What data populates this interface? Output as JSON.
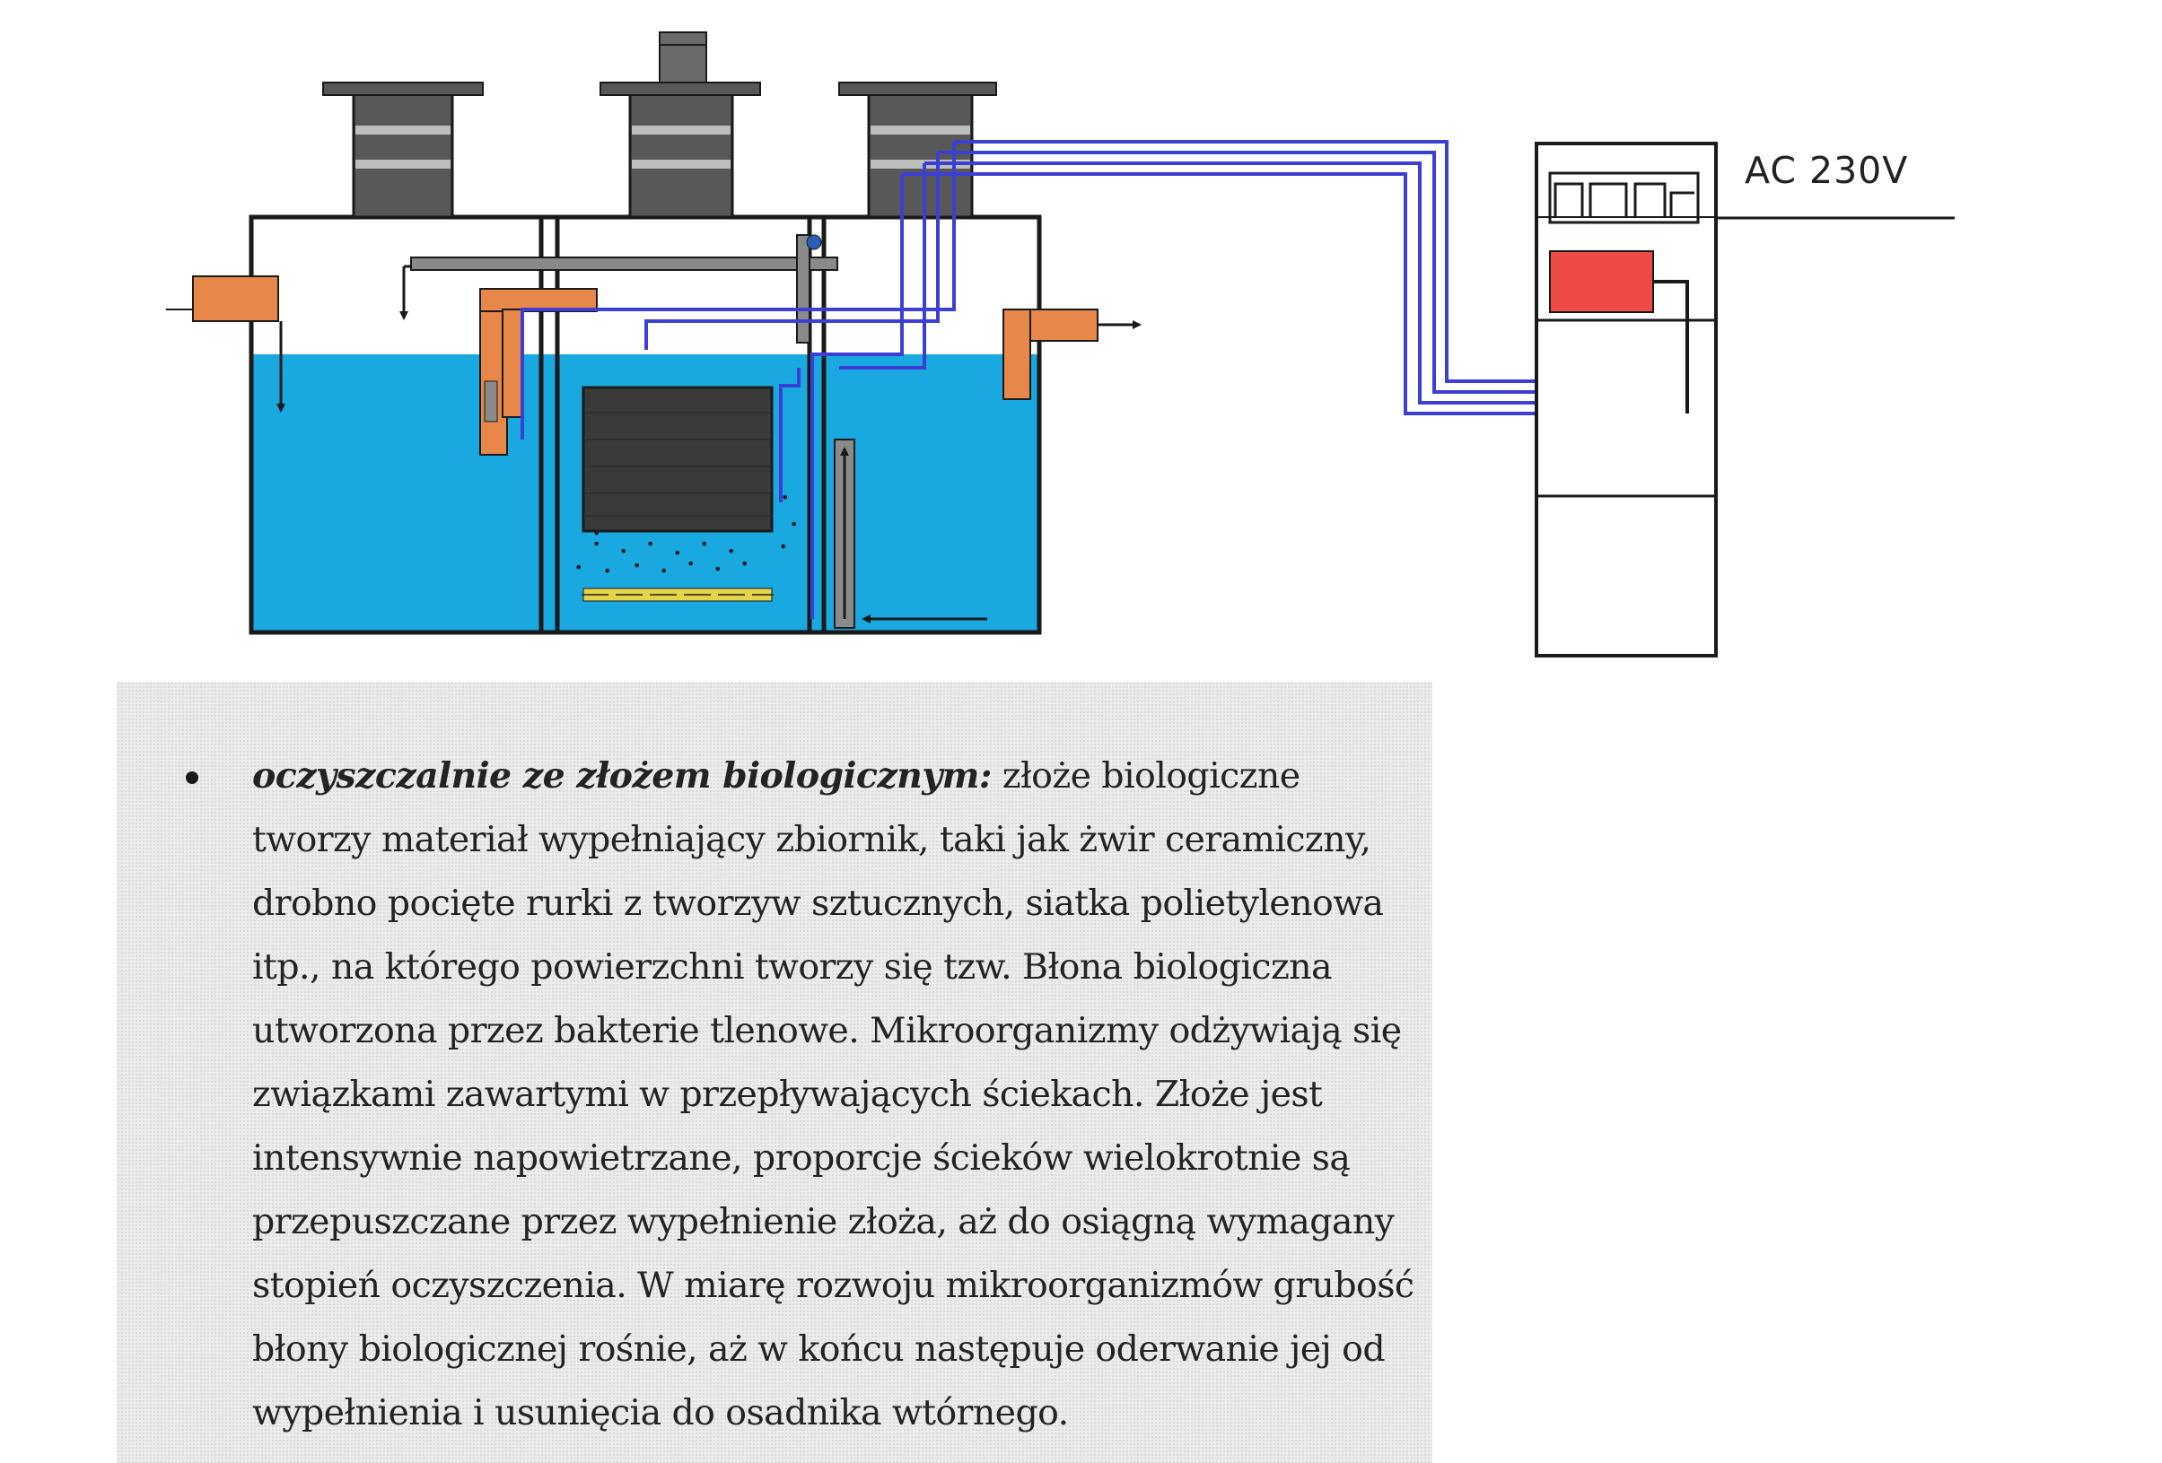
{
  "diagram": {
    "supply_label": "AC 230V",
    "colors": {
      "water": "#19a8df",
      "tank_outline": "#1a1a1a",
      "air_line": "#3b3fd4",
      "pipe_orange": "#e8874a",
      "heater_red": "#ef4a46",
      "pipe_grey": "#8a8a8a",
      "filter_bed": "#3a3a3a",
      "diffuser": "#e6d34a"
    }
  },
  "text": {
    "term": "oczyszczalnie ze złożem biologicznym:",
    "lines": [
      " złoże biologiczne",
      "tworzy materiał wypełniający zbiornik, taki jak żwir ceramiczny,",
      "drobno pocięte rurki z tworzyw sztucznych, siatka polietylenowa",
      "itp., na którego powierzchni tworzy się tzw. Błona biologiczna",
      "utworzona przez bakterie tlenowe. Mikroorganizmy odżywiają się",
      "związkami zawartymi w przepływających ściekach. Złoże jest",
      "intensywnie napowietrzane, proporcje ścieków wielokrotnie są",
      "przepuszczane przez wypełnienie złoża, aż do osiągną wymagany",
      "stopień oczyszczenia. W miarę rozwoju mikroorganizmów grubość",
      "błony biologicznej rośnie, aż w końcu następuje oderwanie jej od",
      "wypełnienia i usunięcia do osadnika wtórnego."
    ]
  }
}
